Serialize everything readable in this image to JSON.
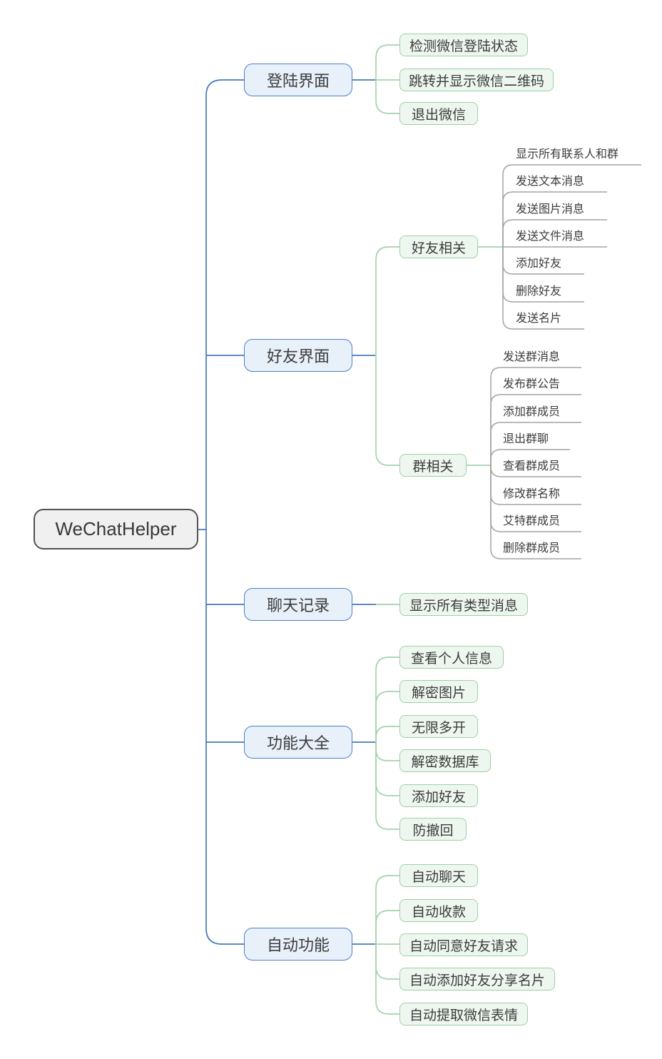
{
  "app": {
    "type": "mindmap"
  },
  "palette": {
    "branch_line_blue": "#4678ba",
    "node_border_blue": "#4e7ec4",
    "node_fill_blue": "#e8f0fa",
    "node_border_green": "#9dcfa5",
    "node_fill_green": "#eef7ef",
    "leaf_line_gray": "#a4a4a4",
    "root_fill": "#f0f0f0",
    "root_border": "#525252",
    "text": "#3c3c3c"
  },
  "root": {
    "label": "WeChatHelper"
  },
  "branches": [
    {
      "label": "登陆界面",
      "children": [
        "检测微信登陆状态",
        "跳转并显示微信二维码",
        "退出微信"
      ]
    },
    {
      "label": "好友界面",
      "children": [
        {
          "label": "好友相关",
          "children": [
            "显示所有联系人和群",
            "发送文本消息",
            "发送图片消息",
            "发送文件消息",
            "添加好友",
            "删除好友",
            "发送名片"
          ]
        },
        {
          "label": "群相关",
          "children": [
            "发送群消息",
            "发布群公告",
            "添加群成员",
            "退出群聊",
            "查看群成员",
            "修改群名称",
            "艾特群成员",
            "删除群成员"
          ]
        }
      ]
    },
    {
      "label": "聊天记录",
      "children": [
        "显示所有类型消息"
      ]
    },
    {
      "label": "功能大全",
      "children": [
        "查看个人信息",
        "解密图片",
        "无限多开",
        "解密数据库",
        "添加好友",
        "防撤回"
      ]
    },
    {
      "label": "自动功能",
      "children": [
        "自动聊天",
        "自动收款",
        "自动同意好友请求",
        "自动添加好友分享名片",
        "自动提取微信表情"
      ]
    }
  ]
}
